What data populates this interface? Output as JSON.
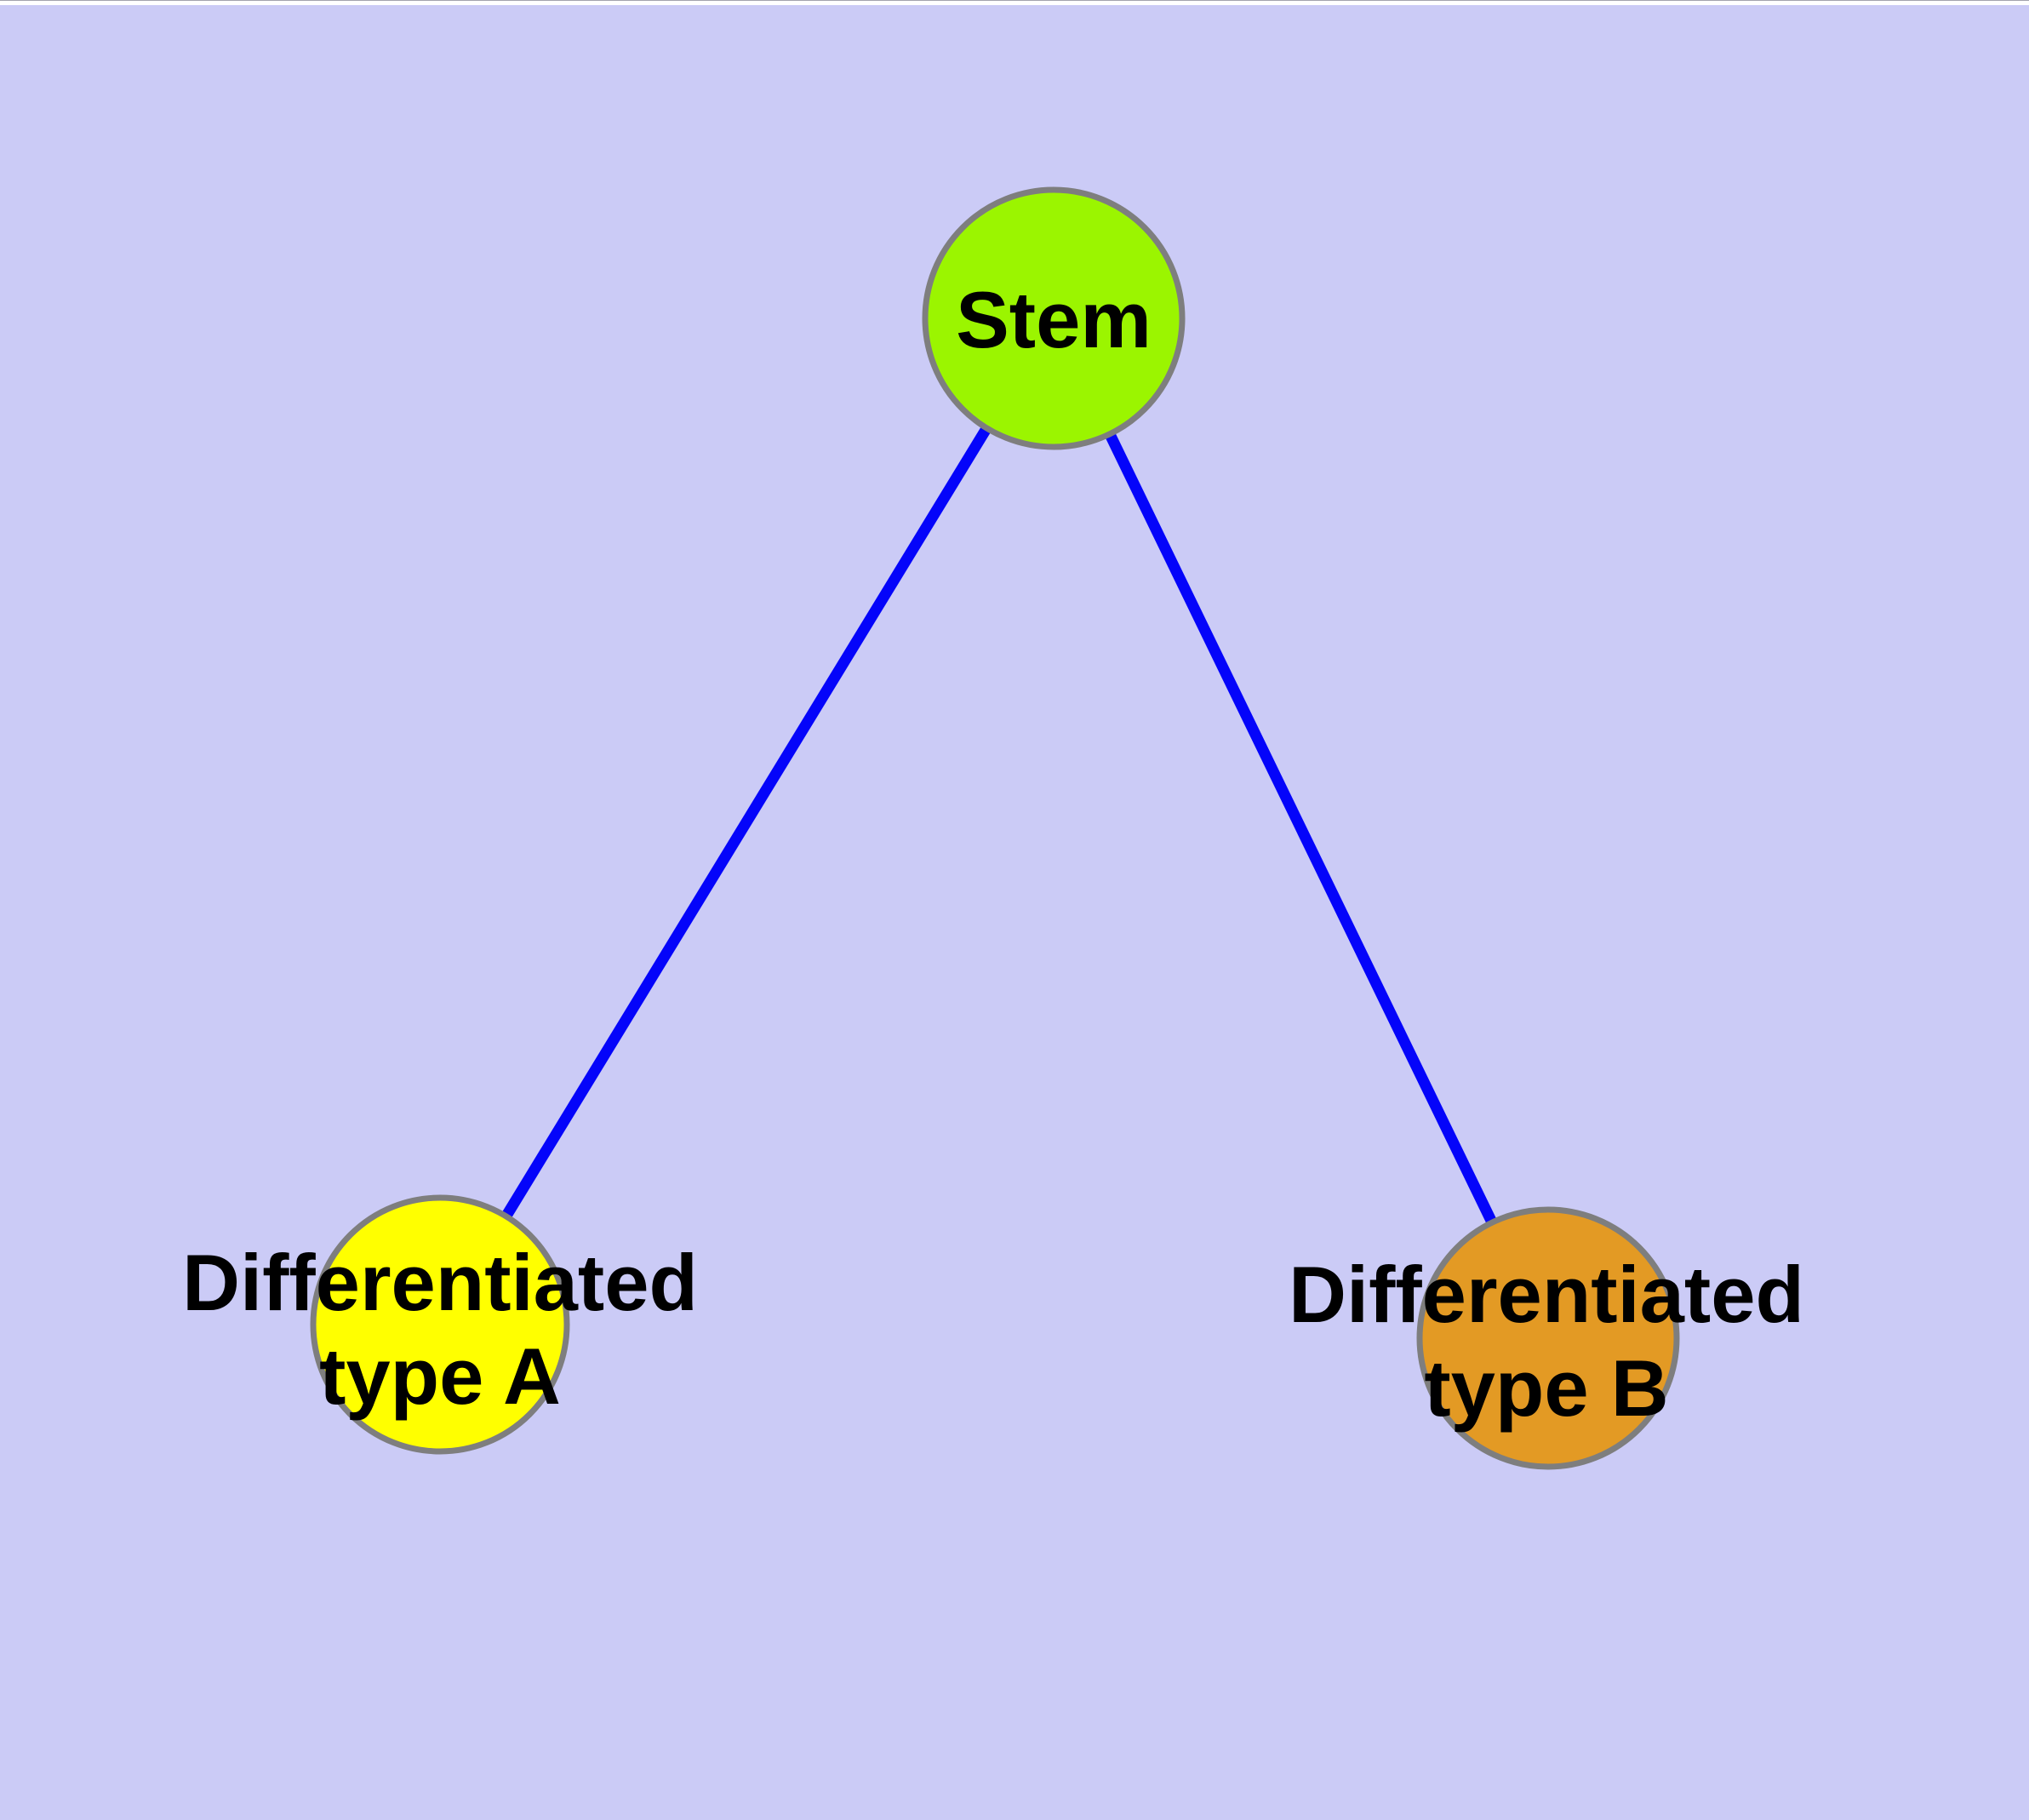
{
  "canvas": {
    "background_color": "#CBCBF6",
    "top_strip_color": "#FFFFFF",
    "top_strip_border_color": "#A3A3AD"
  },
  "styles": {
    "edge_color": "#0404FA",
    "node_outline_color": "#7E7E7E",
    "label_color": "#000000"
  },
  "graph": {
    "nodes": {
      "stem": {
        "label": "Stem",
        "fill": "#9BF500"
      },
      "type_a": {
        "label": "Differentiated\ntype A",
        "fill": "#FFFF00"
      },
      "type_b": {
        "label": "Differentiated\ntype B",
        "fill": "#E39A24"
      }
    },
    "edges": [
      {
        "from": "stem",
        "to": "type_a"
      },
      {
        "from": "stem",
        "to": "type_b"
      }
    ]
  }
}
